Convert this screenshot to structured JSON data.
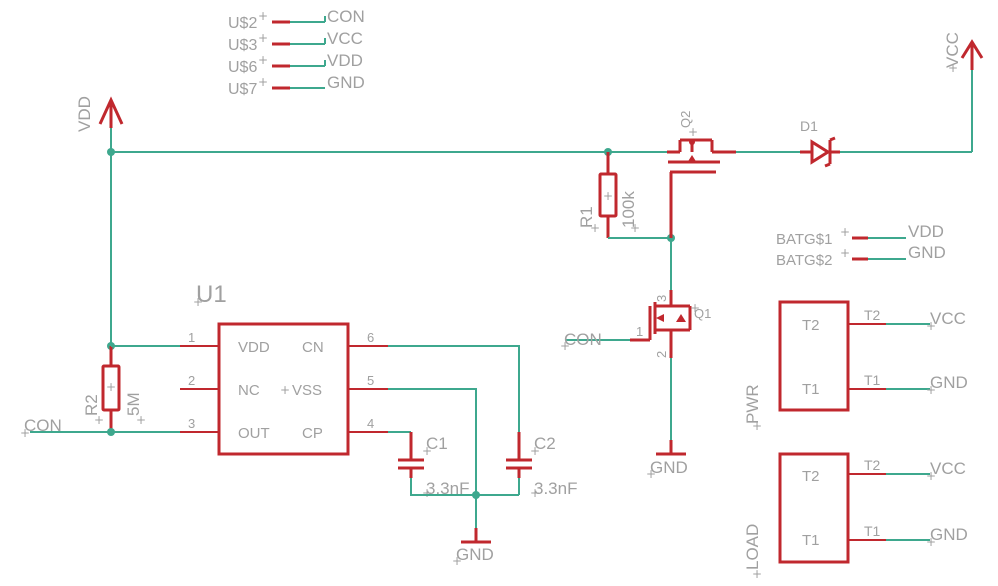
{
  "nets": {
    "con": "CON",
    "vcc": "VCC",
    "vdd": "VDD",
    "gnd": "GND"
  },
  "supply_labels": [
    "U$2",
    "U$3",
    "U$6",
    "U$7"
  ],
  "u1": {
    "name": "U1",
    "pins_left": [
      {
        "num": "1",
        "name": "VDD"
      },
      {
        "num": "2",
        "name": "NC"
      },
      {
        "num": "3",
        "name": "OUT"
      }
    ],
    "pins_right": [
      {
        "num": "6",
        "name": "CN"
      },
      {
        "num": "5",
        "name": "VSS"
      },
      {
        "num": "4",
        "name": "CP"
      }
    ]
  },
  "r1": {
    "name": "R1",
    "value": "100k"
  },
  "r2": {
    "name": "R2",
    "value": "5M"
  },
  "c1": {
    "name": "C1",
    "value": "3.3nF"
  },
  "c2": {
    "name": "C2",
    "value": "3.3nF"
  },
  "q1": {
    "name": "Q1",
    "pins": [
      "1",
      "2",
      "3"
    ]
  },
  "q2": {
    "name": "Q2"
  },
  "d1": {
    "name": "D1"
  },
  "batg": [
    "BATG$1",
    "BATG$2"
  ],
  "pwr": {
    "name": "PWR",
    "t2": "T2",
    "t1": "T1"
  },
  "load": {
    "name": "LOAD",
    "t2": "T2",
    "t1": "T1"
  }
}
